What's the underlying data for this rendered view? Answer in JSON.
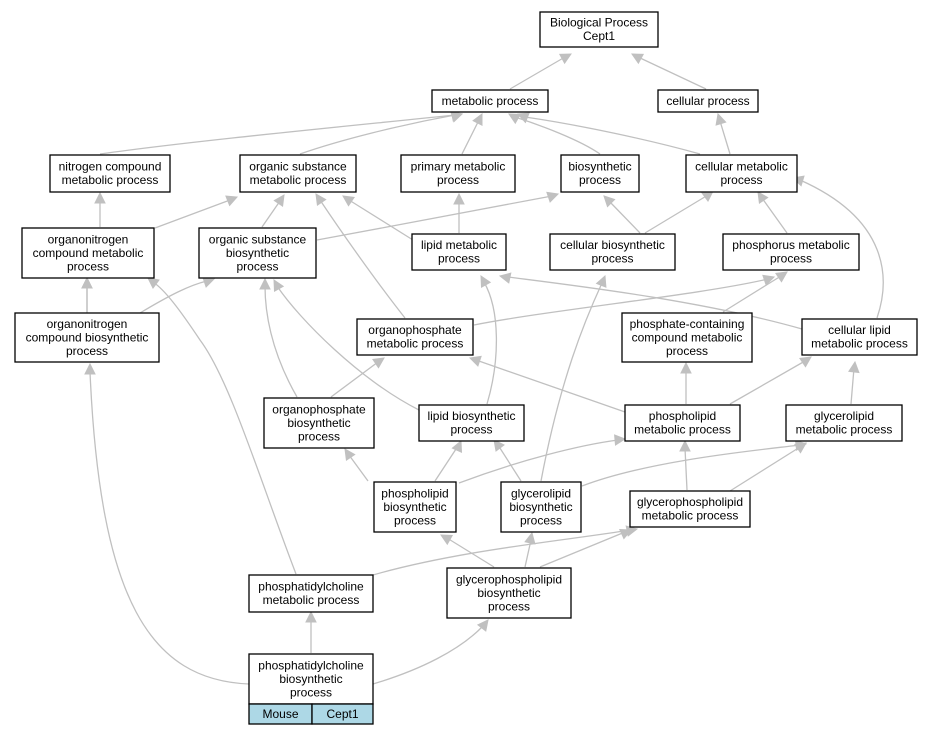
{
  "colors": {
    "edge": "#c0c0c0",
    "node_border": "#000000",
    "legend_fill": "#add8e6"
  },
  "nodes": {
    "root": [
      "Biological Process",
      "Cept1"
    ],
    "metabolic": [
      "metabolic process"
    ],
    "cellular": [
      "cellular process"
    ],
    "nitrogen": [
      "nitrogen compound",
      "metabolic process"
    ],
    "orgsub": [
      "organic substance",
      "metabolic process"
    ],
    "primary": [
      "primary metabolic",
      "process"
    ],
    "biosynth": [
      "biosynthetic",
      "process"
    ],
    "cellmet": [
      "cellular metabolic",
      "process"
    ],
    "orgnitro": [
      "organonitrogen",
      "compound metabolic",
      "process"
    ],
    "orgsubbio": [
      "organic substance",
      "biosynthetic",
      "process"
    ],
    "lipidmet": [
      "lipid metabolic",
      "process"
    ],
    "cellbio": [
      "cellular biosynthetic",
      "process"
    ],
    "phosmet": [
      "phosphorus metabolic",
      "process"
    ],
    "orgnitrobio": [
      "organonitrogen",
      "compound biosynthetic",
      "process"
    ],
    "orgphosmet": [
      "organophosphate",
      "metabolic process"
    ],
    "phoscont": [
      "phosphate-containing",
      "compound metabolic",
      "process"
    ],
    "celllipid": [
      "cellular lipid",
      "metabolic process"
    ],
    "orgphosbio": [
      "organophosphate",
      "biosynthetic",
      "process"
    ],
    "lipidbio": [
      "lipid biosynthetic",
      "process"
    ],
    "phlipmet": [
      "phospholipid",
      "metabolic process"
    ],
    "glymet": [
      "glycerolipid",
      "metabolic process"
    ],
    "phlipbio": [
      "phospholipid",
      "biosynthetic",
      "process"
    ],
    "glybio": [
      "glycerolipid",
      "biosynthetic",
      "process"
    ],
    "gpmet": [
      "glycerophospholipid",
      "metabolic process"
    ],
    "pcmet": [
      "phosphatidylcholine",
      "metabolic process"
    ],
    "gpbio": [
      "glycerophospholipid",
      "biosynthetic",
      "process"
    ],
    "pcbio": [
      "phosphatidylcholine",
      "biosynthetic",
      "process"
    ]
  },
  "legend": {
    "species": "Mouse",
    "gene": "Cept1"
  }
}
